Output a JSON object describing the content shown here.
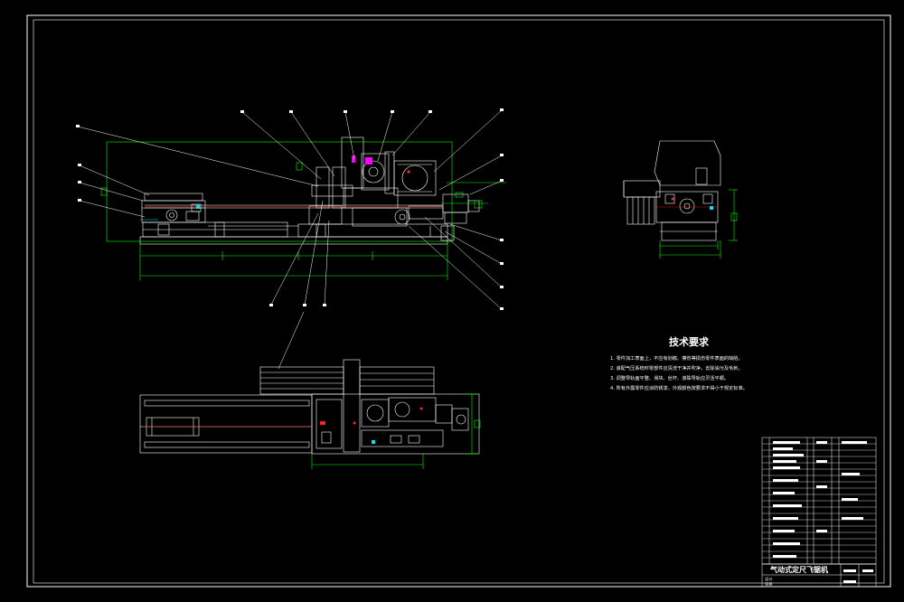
{
  "drawing": {
    "colors": {
      "background": "#000000",
      "line": "#ffffff",
      "dimension": "#00ff00",
      "highlight": "#ff2020",
      "accent": "#ff00ff",
      "cyan": "#00e5ff",
      "page": "#ffffff"
    },
    "tech_requirements": {
      "title": "技术要求",
      "lines": [
        "1. 零件加工表面上，不应有划痕、擦伤等损伤零件表面的缺陷。",
        "2. 装配气压系统时零部件应清洗干净并吹净，去除油污及毛刺。",
        "3. 调整导轨面平整、滑块、丝杆、滚珠导轨应灵活平顺。",
        "4. 所有外露零件应涂防锈漆，外观颜色按要求不得小于规定标准。"
      ]
    },
    "title_block": {
      "drawing_title": "气动式定尺飞锯机",
      "sign_labels": [
        "设计",
        "审核"
      ]
    }
  }
}
